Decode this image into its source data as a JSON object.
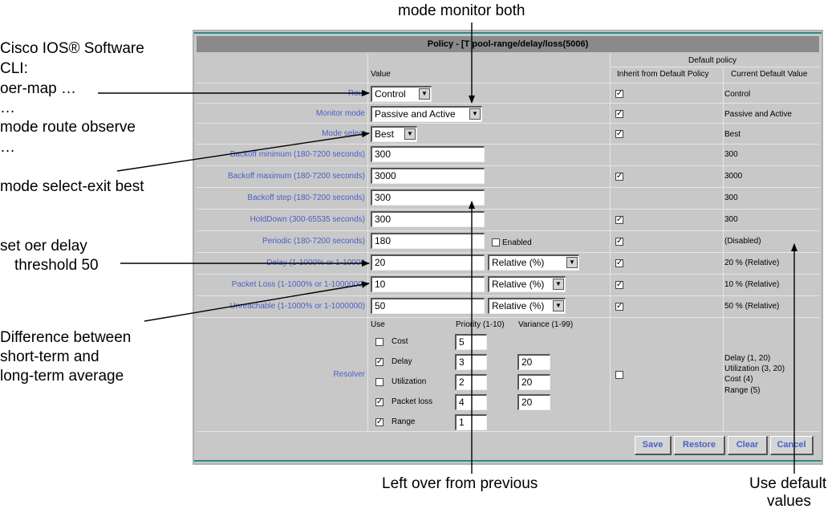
{
  "callouts": {
    "top": "mode monitor both",
    "cli_1": "Cisco IOS® Software",
    "cli_2": "CLI:",
    "cli_3": "oer-map …",
    "cli_4": "…",
    "cli_5": "mode route observe",
    "cli_6": "…",
    "select_exit": "mode select-exit best",
    "delay_1": "set oer delay",
    "delay_2": "threshold 50",
    "diff_1": "Difference between",
    "diff_2": "short-term and",
    "diff_3": "long-term average",
    "leftover": "Left over from previous",
    "default_1": "Use default",
    "default_2": "values",
    "figure_id": "122498"
  },
  "panel": {
    "title": "Policy - [T pool-range/delay/loss(5006)",
    "headers": {
      "value": "Value",
      "default_policy": "Default policy",
      "inherit": "Inherit from Default Policy",
      "current": "Current Default Value"
    },
    "rows": {
      "mode_route": {
        "label": "Rout",
        "value": "Control",
        "default": "Control"
      },
      "monitor_mode": {
        "label": "Monitor mode",
        "value": "Passive and Active",
        "default": "Passive and Active"
      },
      "mode_select": {
        "label": "Mode select",
        "value": "Best",
        "default": "Best"
      },
      "backoff_min": {
        "label": "Backoff minimum (180-7200 seconds)",
        "value": "300",
        "default": "300"
      },
      "backoff_max": {
        "label": "Backoff maximum (180-7200 seconds)",
        "value": "3000",
        "default": "3000"
      },
      "backoff_step": {
        "label": "Backoff step (180-7200 seconds)",
        "value": "300",
        "default": "300"
      },
      "holddown": {
        "label": "HoldDown (300-65535 seconds)",
        "value": "300",
        "default": "300"
      },
      "periodic": {
        "label": "Periodic (180-7200 seconds)",
        "value": "180",
        "enabled_label": "Enabled",
        "default": "(Disabled)"
      },
      "delay": {
        "label": "Delay (1-1000% or 1-10000",
        "value": "20",
        "mode": "Relative (%)",
        "default": "20 % (Relative)"
      },
      "packet_loss": {
        "label": "Packet Loss (1-1000% or 1-1000000)",
        "value": "10",
        "mode": "Relative (%)",
        "default": "10 % (Relative)"
      },
      "unreachable": {
        "label": "Unreachable (1-1000% or 1-1000000)",
        "value": "50",
        "mode": "Relative (%)",
        "default": "50 % (Relative)"
      }
    },
    "resolver": {
      "label": "Resolver",
      "col_use": "Use",
      "col_priority": "Priority (1-10)",
      "col_variance": "Variance (1-99)",
      "items": [
        {
          "name": "Cost",
          "priority": "5",
          "variance": ""
        },
        {
          "name": "Delay",
          "priority": "3",
          "variance": "20"
        },
        {
          "name": "Utilization",
          "priority": "2",
          "variance": "20"
        },
        {
          "name": "Packet loss",
          "priority": "4",
          "variance": "20"
        },
        {
          "name": "Range",
          "priority": "1",
          "variance": ""
        }
      ],
      "default_1": "Delay (1, 20)",
      "default_2": "Utilization (3, 20)",
      "default_3": "Cost (4)",
      "default_4": "Range (5)"
    },
    "buttons": {
      "save": "Save",
      "restore": "Restore",
      "clear": "Clear",
      "cancel": "Cancel"
    }
  }
}
